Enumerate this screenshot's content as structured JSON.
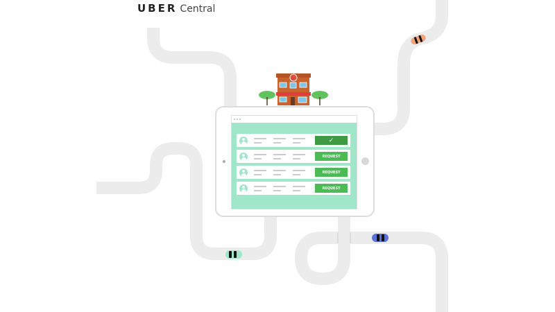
{
  "logo": {
    "brand": "UBER",
    "product": "Central"
  },
  "colors": {
    "road": "#ececec",
    "screen": "#a0e6c9",
    "button": "#4cbb55",
    "button_done": "#3f9a44"
  },
  "requests": [
    {
      "button_label": "✓",
      "status": "requested",
      "icon": "check-icon"
    },
    {
      "button_label": "REQUEST",
      "status": "available"
    },
    {
      "button_label": "REQUEST",
      "status": "available"
    },
    {
      "button_label": "REQUEST",
      "status": "available"
    }
  ]
}
